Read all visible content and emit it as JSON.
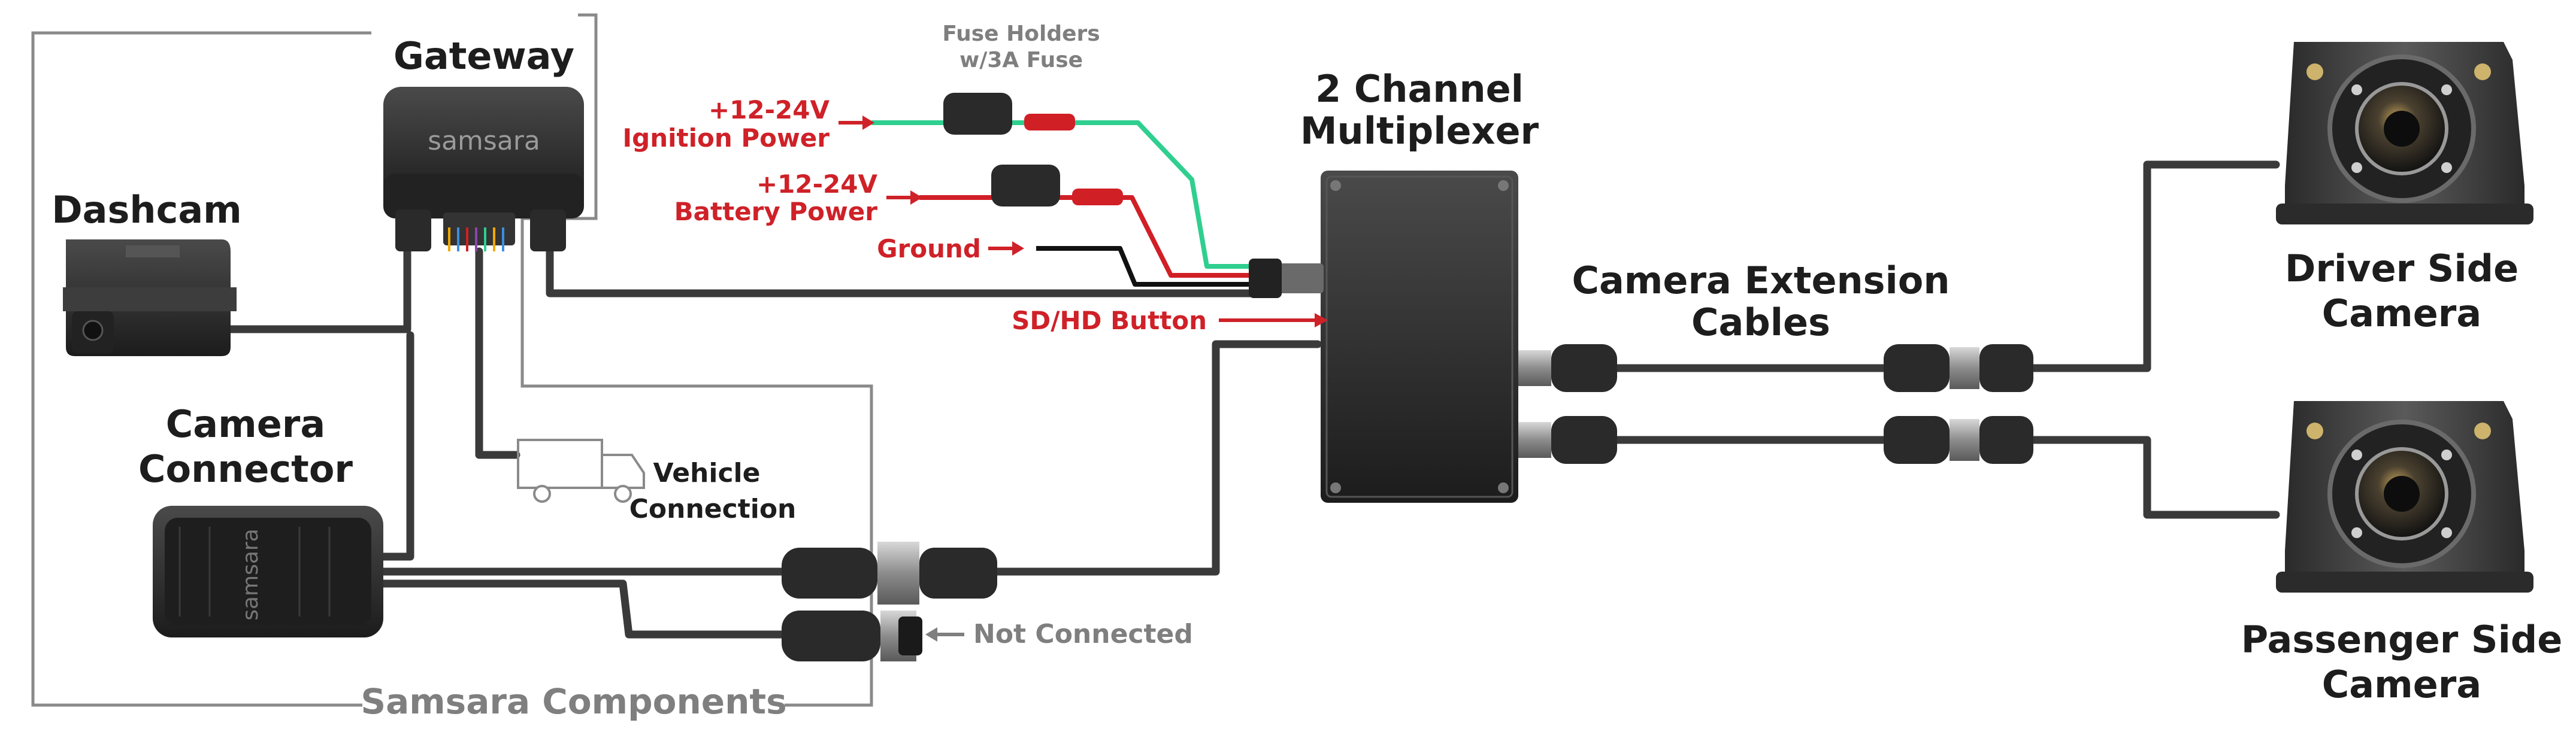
{
  "labels": {
    "gateway": "Gateway",
    "dashcam": "Dashcam",
    "camera_connector_line1": "Camera",
    "camera_connector_line2": "Connector",
    "fuse_line1": "Fuse Holders",
    "fuse_line2": "w/3A Fuse",
    "ignition_line1": "+12-24V",
    "ignition_line2": "Ignition Power",
    "battery_line1": "+12-24V",
    "battery_line2": "Battery Power",
    "ground": "Ground",
    "sdhd_button": "SD/HD Button",
    "multiplexer_line1": "2 Channel",
    "multiplexer_line2": "Multiplexer",
    "extension_line1": "Camera Extension",
    "extension_line2": "Cables",
    "vehicle_line1": "Vehicle",
    "vehicle_line2": "Connection",
    "not_connected": "Not Connected",
    "samsara_components": "Samsara Components",
    "driver_camera_line1": "Driver Side",
    "driver_camera_line2": "Camera",
    "passenger_camera_line1": "Passenger Side",
    "passenger_camera_line2": "Camera"
  },
  "brand": {
    "gateway_logo": "samsara",
    "connector_logo": "samsara"
  },
  "colors": {
    "cable": "#3a3a3a",
    "ignition_wire": "#2fcf8f",
    "battery_wire": "#d11f26",
    "ground_wire": "#111111",
    "accent_red": "#cf2128",
    "outline_gray": "#8a8a8a"
  }
}
